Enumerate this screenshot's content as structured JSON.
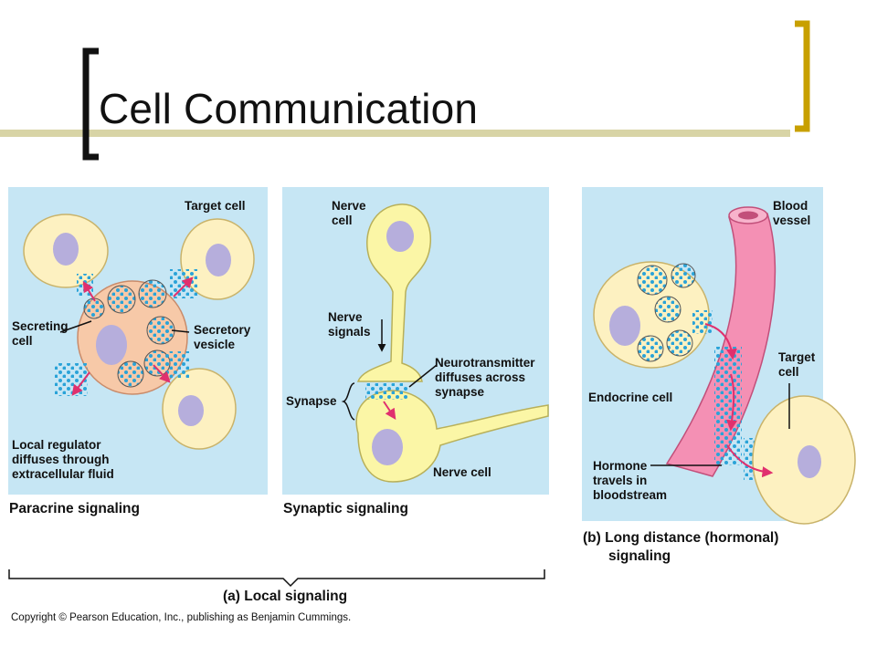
{
  "slide": {
    "title": "Cell Communication",
    "copyright": "Copyright © Pearson Education, Inc., publishing as Benjamin Cummings.",
    "accent_color": "#c8a000"
  },
  "paracrine": {
    "target_cell": "Target cell",
    "secreting_cell_1": "Secreting",
    "secreting_cell_2": "cell",
    "secretory_vesicle_1": "Secretory",
    "secretory_vesicle_2": "vesicle",
    "local_regulator_1": "Local regulator",
    "local_regulator_2": "diffuses through",
    "local_regulator_3": "extracellular fluid",
    "caption": "Paracrine signaling"
  },
  "synaptic": {
    "nerve_cell_top_1": "Nerve",
    "nerve_cell_top_2": "cell",
    "nerve_signals_1": "Nerve",
    "nerve_signals_2": "signals",
    "neurotransmitter_1": "Neurotransmitter",
    "neurotransmitter_2": "diffuses across",
    "neurotransmitter_3": "synapse",
    "synapse": "Synapse",
    "nerve_cell_bottom": "Nerve cell",
    "caption": "Synaptic signaling"
  },
  "endocrine": {
    "blood_vessel_1": "Blood",
    "blood_vessel_2": "vessel",
    "target_cell_1": "Target",
    "target_cell_2": "cell",
    "endocrine_cell": "Endocrine cell",
    "hormone_1": "Hormone",
    "hormone_2": "travels in",
    "hormone_3": "bloodstream",
    "caption_1": "(b) Long distance (hormonal)",
    "caption_2": "signaling"
  },
  "local_signaling_caption": "(a) Local signaling"
}
